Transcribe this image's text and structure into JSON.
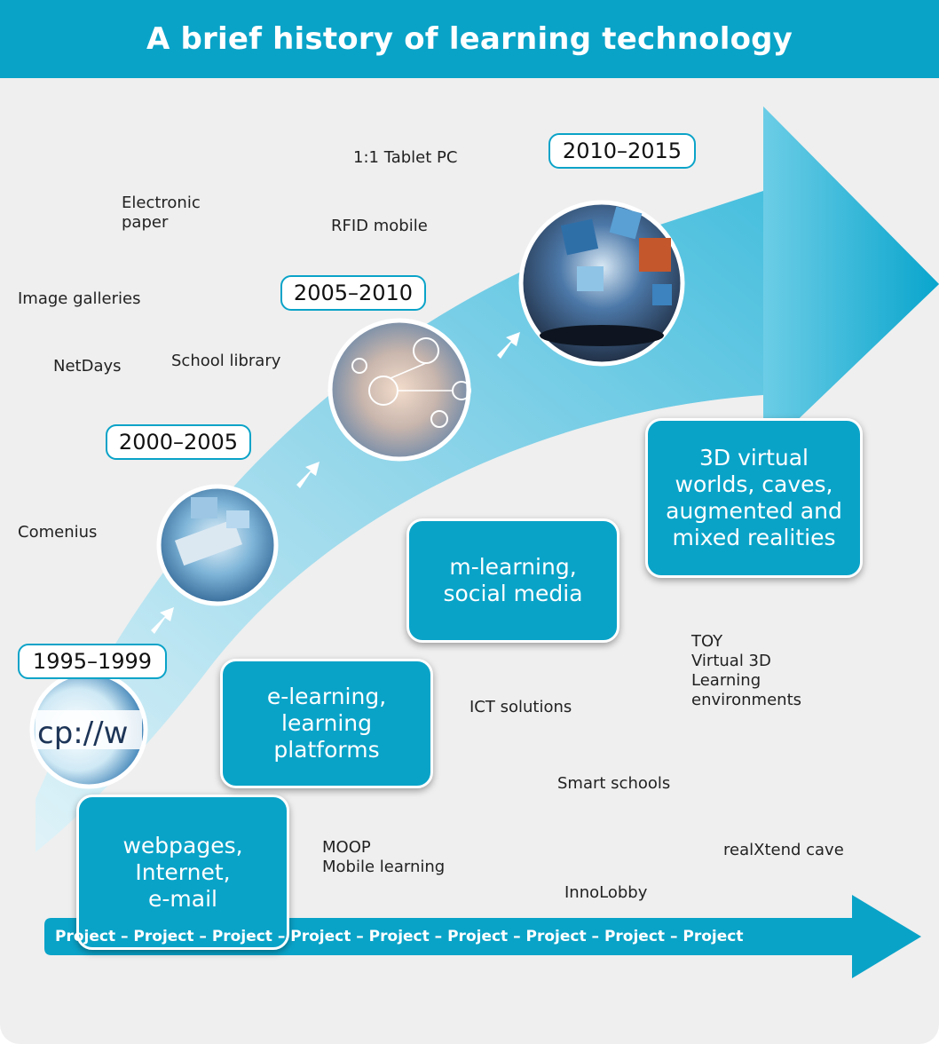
{
  "title": "A brief history of learning technology",
  "colors": {
    "accent": "#0aa3c8",
    "background": "#efefef",
    "text": "#222222"
  },
  "periods": [
    "1995–1999",
    "2000–2005",
    "2005–2010",
    "2010–2015"
  ],
  "eras": [
    "webpages,\nInternet,\ne-mail",
    "e-learning,\nlearning\nplatforms",
    "m-learning,\nsocial media",
    "3D virtual\nworlds, caves,\naugmented and\nmixed realities"
  ],
  "projects": [
    "1:1 Tablet PC",
    "Electronic\npaper",
    "RFID mobile",
    "Image galleries",
    "NetDays",
    "School library",
    "Comenius",
    "TOY\nVirtual 3D\nLearning\nenvironments",
    "ICT solutions",
    "Smart schools",
    "MOOP\nMobile learning",
    "realXtend cave",
    "InnoLobby"
  ],
  "circle_images": [
    "web-address-bar-photo",
    "tablet-screens-photo",
    "touch-network-photo",
    "floating-cubes-tablet-photo"
  ],
  "bottom_bar": "Project – Project – Project – Project – Project – Project – Project – Project – Project"
}
